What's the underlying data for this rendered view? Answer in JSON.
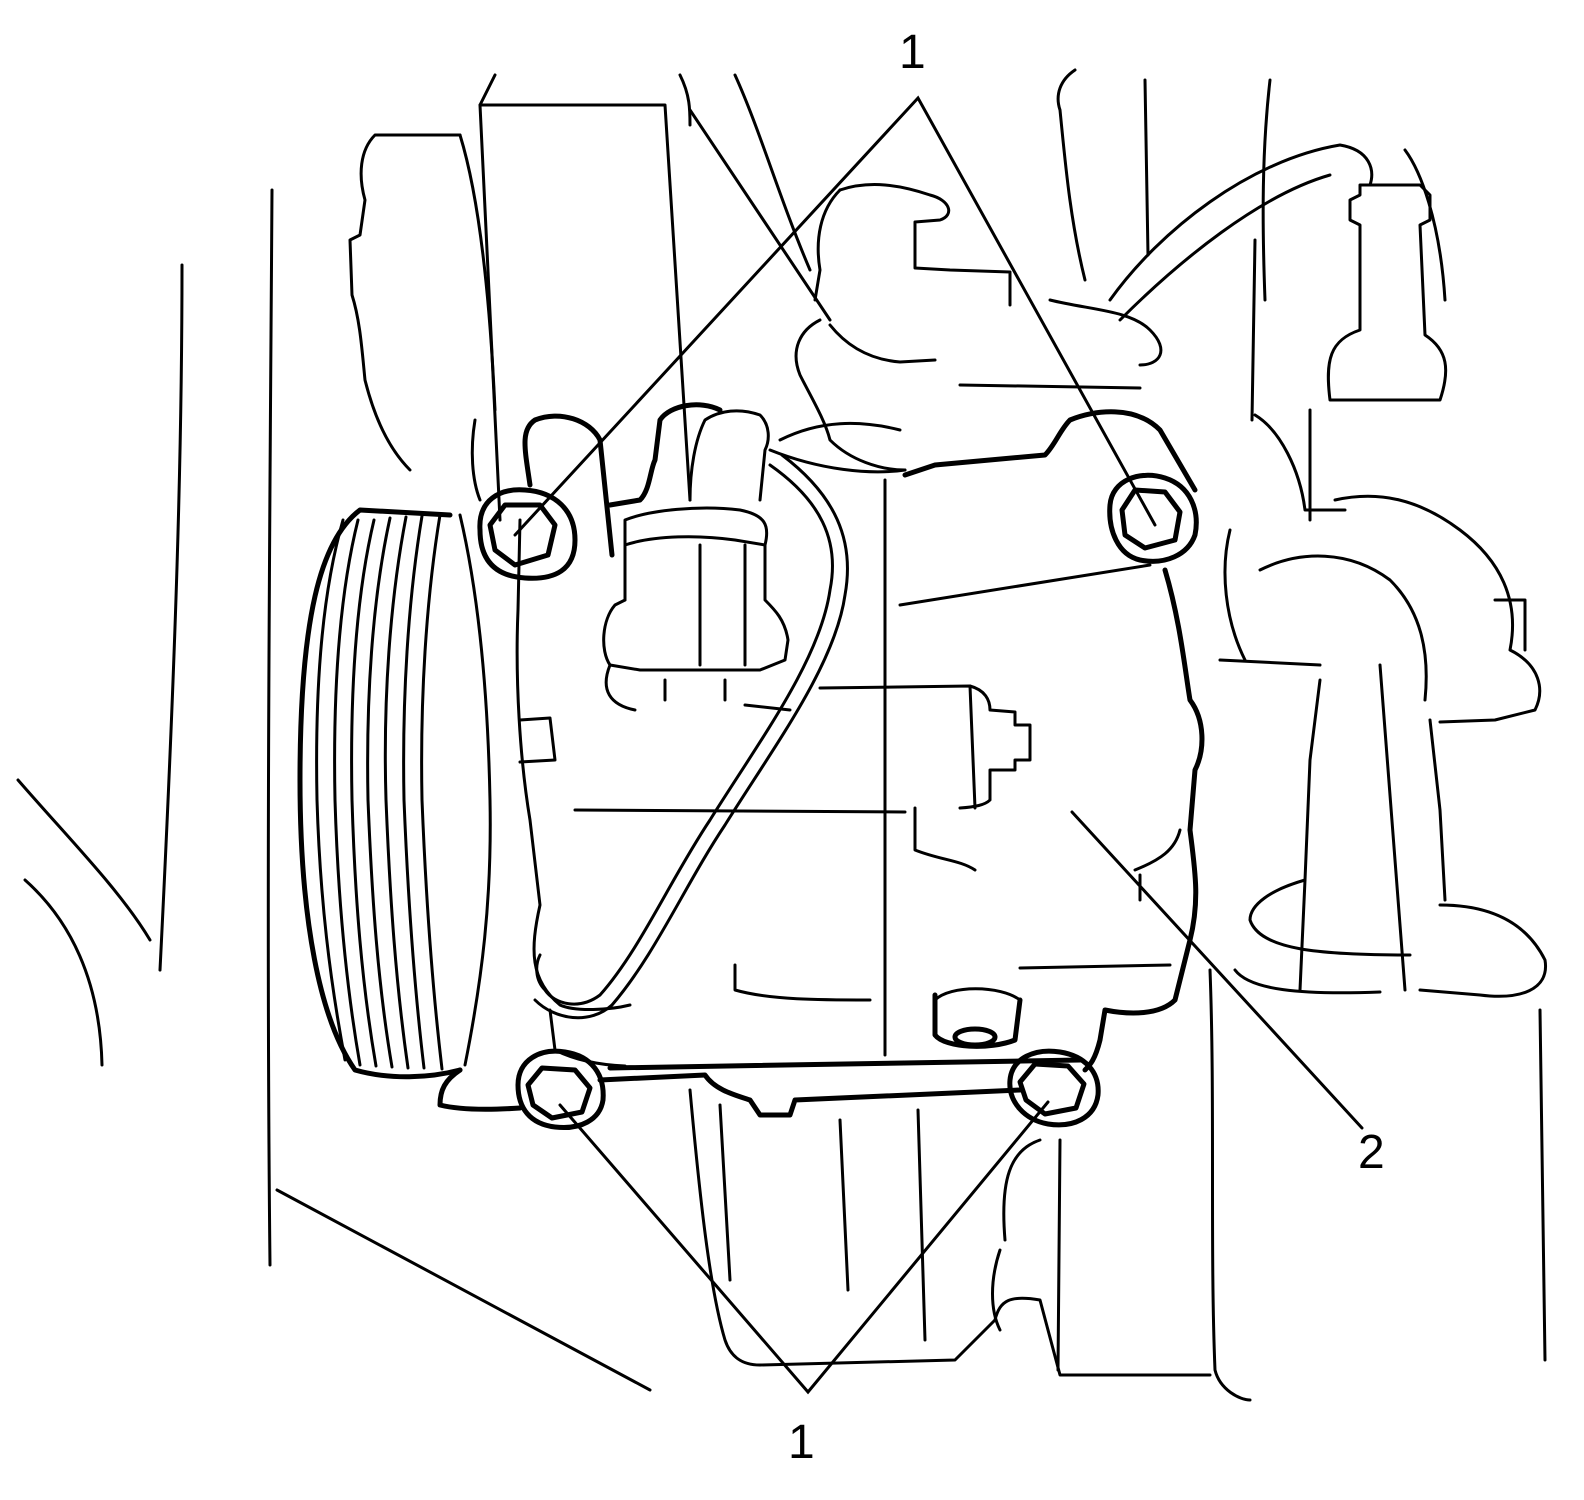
{
  "figure": {
    "callouts": [
      {
        "id": "top",
        "text": "1"
      },
      {
        "id": "bottom",
        "text": "1"
      },
      {
        "id": "right",
        "text": "2"
      }
    ]
  }
}
